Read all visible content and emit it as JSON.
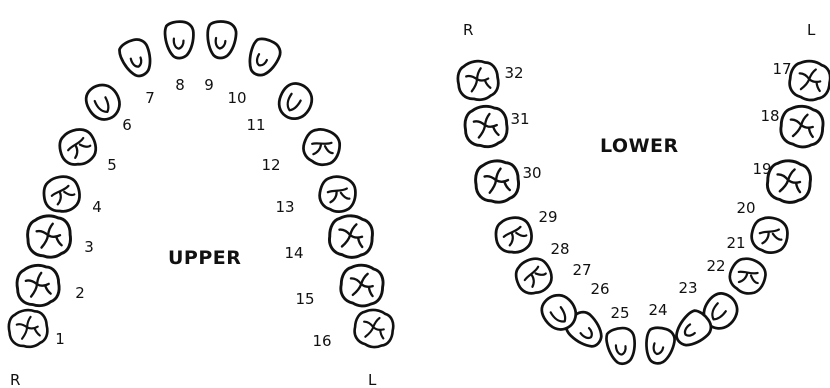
{
  "upper": {
    "title": "UPPER",
    "side_right": "R",
    "side_left": "L",
    "teeth": [
      {
        "number": "1",
        "type": "molar"
      },
      {
        "number": "2",
        "type": "molar"
      },
      {
        "number": "3",
        "type": "molar"
      },
      {
        "number": "4",
        "type": "premolar"
      },
      {
        "number": "5",
        "type": "premolar"
      },
      {
        "number": "6",
        "type": "canine"
      },
      {
        "number": "7",
        "type": "incisor"
      },
      {
        "number": "8",
        "type": "incisor"
      },
      {
        "number": "9",
        "type": "incisor"
      },
      {
        "number": "10",
        "type": "incisor"
      },
      {
        "number": "11",
        "type": "canine"
      },
      {
        "number": "12",
        "type": "premolar"
      },
      {
        "number": "13",
        "type": "premolar"
      },
      {
        "number": "14",
        "type": "molar"
      },
      {
        "number": "15",
        "type": "molar"
      },
      {
        "number": "16",
        "type": "molar"
      }
    ]
  },
  "lower": {
    "title": "LOWER",
    "side_right": "R",
    "side_left": "L",
    "teeth": [
      {
        "number": "17",
        "type": "molar"
      },
      {
        "number": "18",
        "type": "molar"
      },
      {
        "number": "19",
        "type": "molar"
      },
      {
        "number": "20",
        "type": "premolar"
      },
      {
        "number": "21",
        "type": "premolar"
      },
      {
        "number": "22",
        "type": "canine"
      },
      {
        "number": "23",
        "type": "incisor"
      },
      {
        "number": "24",
        "type": "incisor"
      },
      {
        "number": "25",
        "type": "incisor"
      },
      {
        "number": "26",
        "type": "incisor"
      },
      {
        "number": "27",
        "type": "canine"
      },
      {
        "number": "28",
        "type": "premolar"
      },
      {
        "number": "29",
        "type": "premolar"
      },
      {
        "number": "30",
        "type": "molar"
      },
      {
        "number": "31",
        "type": "molar"
      },
      {
        "number": "32",
        "type": "molar"
      }
    ]
  }
}
